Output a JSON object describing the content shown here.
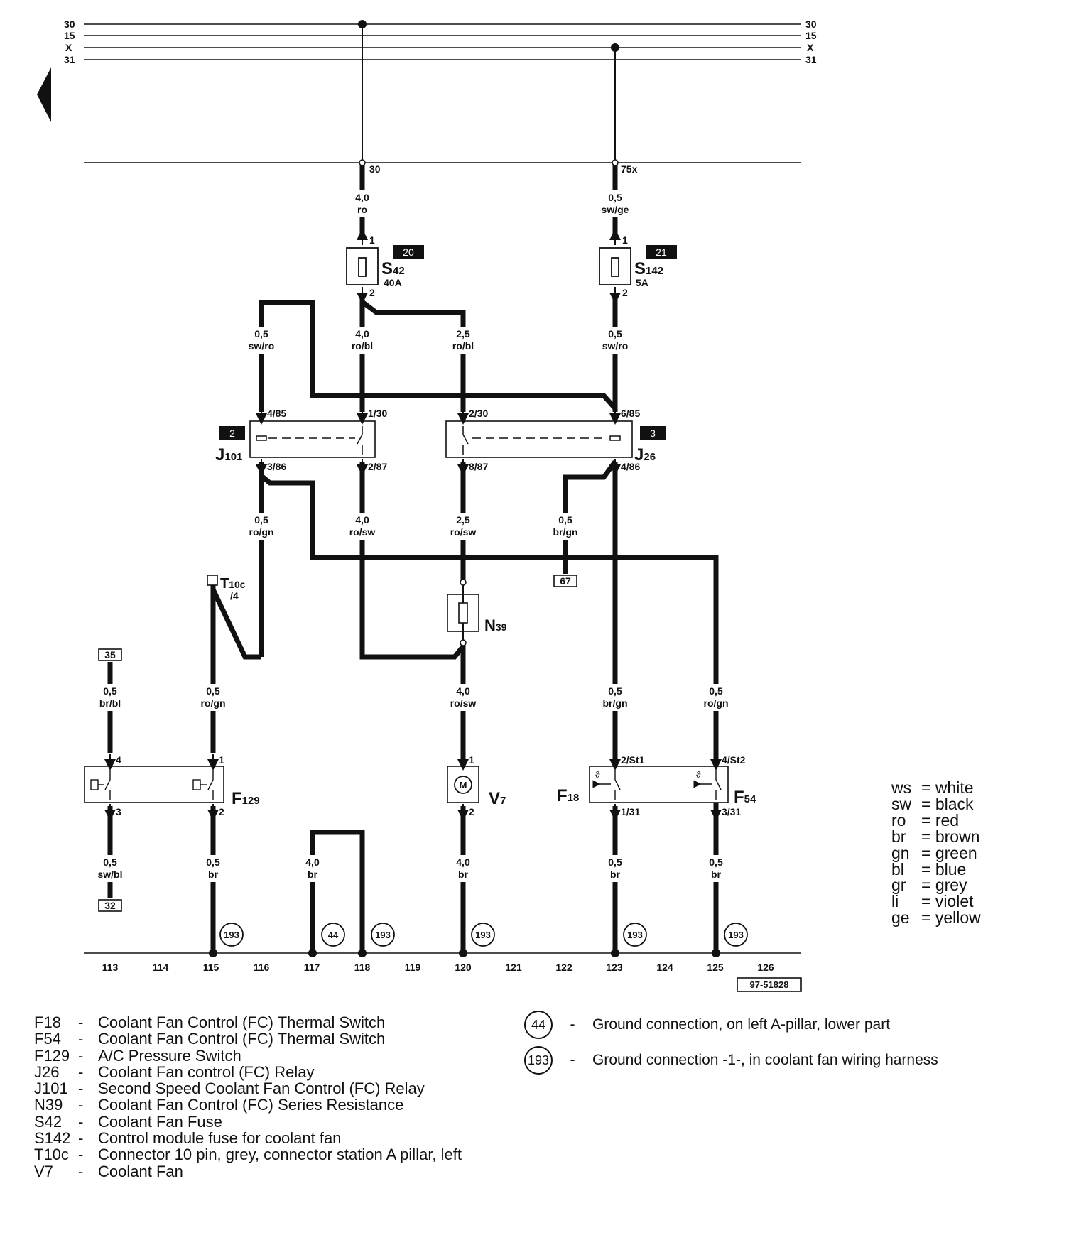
{
  "bus": {
    "left_labels": [
      "30",
      "15",
      "X",
      "31"
    ],
    "right_labels": [
      "30",
      "15",
      "X",
      "31"
    ]
  },
  "terminals": {
    "t30": "30",
    "t75x": "75x"
  },
  "wires": {
    "w_top_left": [
      "4,0",
      "ro"
    ],
    "w_top_right": [
      "0,5",
      "sw/ge"
    ],
    "w_a1": [
      "0,5",
      "sw/ro"
    ],
    "w_a2": [
      "4,0",
      "ro/bl"
    ],
    "w_a3": [
      "2,5",
      "ro/bl"
    ],
    "w_a4": [
      "0,5",
      "sw/ro"
    ],
    "w_b1": [
      "0,5",
      "ro/gn"
    ],
    "w_b2": [
      "4,0",
      "ro/sw"
    ],
    "w_b3": [
      "2,5",
      "ro/sw"
    ],
    "w_b4": [
      "0,5",
      "br/gn"
    ],
    "w_c1": [
      "0,5",
      "br/bl"
    ],
    "w_c2": [
      "0,5",
      "ro/gn"
    ],
    "w_c3": [
      "4,0",
      "ro/sw"
    ],
    "w_c4": [
      "0,5",
      "br/gn"
    ],
    "w_c5": [
      "0,5",
      "ro/gn"
    ],
    "w_d1": [
      "0,5",
      "sw/bl"
    ],
    "w_d2": [
      "0,5",
      "br"
    ],
    "w_d3": [
      "4,0",
      "br"
    ],
    "w_d4": [
      "4,0",
      "br"
    ],
    "w_d5": [
      "0,5",
      "br"
    ],
    "w_d6": [
      "0,5",
      "br"
    ]
  },
  "fuses": {
    "s42": {
      "num": "20",
      "name": "S",
      "sub": "42",
      "rating": "40A",
      "pin_in": "1",
      "pin_out": "2"
    },
    "s142": {
      "num": "21",
      "name": "S",
      "sub": "142",
      "rating": "5A",
      "pin_in": "1",
      "pin_out": "2"
    }
  },
  "relays": {
    "j101": {
      "num": "2",
      "name": "J",
      "sub": "101",
      "pins": [
        "4/85",
        "1/30",
        "3/86",
        "2/87"
      ]
    },
    "j26": {
      "num": "3",
      "name": "J",
      "sub": "26",
      "pins": [
        "2/30",
        "6/85",
        "8/87",
        "4/86"
      ]
    }
  },
  "components": {
    "t10c": {
      "name": "T",
      "sub": "10c",
      "pin": "/4"
    },
    "n39": {
      "name": "N",
      "sub": "39"
    },
    "f129": {
      "name": "F",
      "sub": "129",
      "pins": [
        "4",
        "1",
        "3",
        "2"
      ]
    },
    "v7": {
      "name": "V",
      "sub": "7",
      "pins": [
        "1",
        "2"
      ]
    },
    "f18": {
      "name": "F",
      "sub": "18",
      "pins": [
        "2/St1",
        "1/31"
      ]
    },
    "f54": {
      "name": "F",
      "sub": "54",
      "pins": [
        "4/St2",
        "3/31"
      ]
    }
  },
  "refs": {
    "r35": "35",
    "r32": "32",
    "r67": "67"
  },
  "grounds": {
    "g193": "193",
    "g44": "44"
  },
  "scale": [
    "113",
    "114",
    "115",
    "116",
    "117",
    "118",
    "119",
    "120",
    "121",
    "122",
    "123",
    "124",
    "125",
    "126"
  ],
  "figure_id": "97-51828",
  "component_legend": [
    {
      "code": "F18",
      "dash": "-",
      "desc": "Coolant Fan Control (FC) Thermal Switch"
    },
    {
      "code": "F54",
      "dash": "-",
      "desc": "Coolant Fan Control (FC) Thermal Switch"
    },
    {
      "code": "F129",
      "dash": "-",
      "desc": "A/C Pressure Switch"
    },
    {
      "code": "J26",
      "dash": "-",
      "desc": "Coolant Fan control (FC) Relay"
    },
    {
      "code": "J101",
      "dash": "-",
      "desc": "Second Speed Coolant Fan Control (FC) Relay"
    },
    {
      "code": "N39",
      "dash": "-",
      "desc": "Coolant Fan Control (FC) Series Resistance"
    },
    {
      "code": "S42",
      "dash": "-",
      "desc": "Coolant Fan Fuse"
    },
    {
      "code": "S142",
      "dash": "-",
      "desc": "Control module fuse for coolant fan"
    },
    {
      "code": "T10c",
      "dash": "-",
      "desc": "Connector 10 pin, grey, connector station A pillar, left"
    },
    {
      "code": "V7",
      "dash": "-",
      "desc": "Coolant Fan"
    }
  ],
  "ground_legend": [
    {
      "num": "44",
      "dash": "-",
      "desc": "Ground connection, on left A-pillar, lower part"
    },
    {
      "num": "193",
      "dash": "-",
      "desc": "Ground connection -1-, in coolant fan wiring harness"
    }
  ],
  "color_legend": [
    {
      "abbr": "ws",
      "eq": "= white"
    },
    {
      "abbr": "sw",
      "eq": "= black"
    },
    {
      "abbr": "ro",
      "eq": "= red"
    },
    {
      "abbr": "br",
      "eq": "= brown"
    },
    {
      "abbr": "gn",
      "eq": "= green"
    },
    {
      "abbr": "bl",
      "eq": "= blue"
    },
    {
      "abbr": "gr",
      "eq": "= grey"
    },
    {
      "abbr": "li",
      "eq": "= violet"
    },
    {
      "abbr": "ge",
      "eq": "= yellow"
    }
  ]
}
